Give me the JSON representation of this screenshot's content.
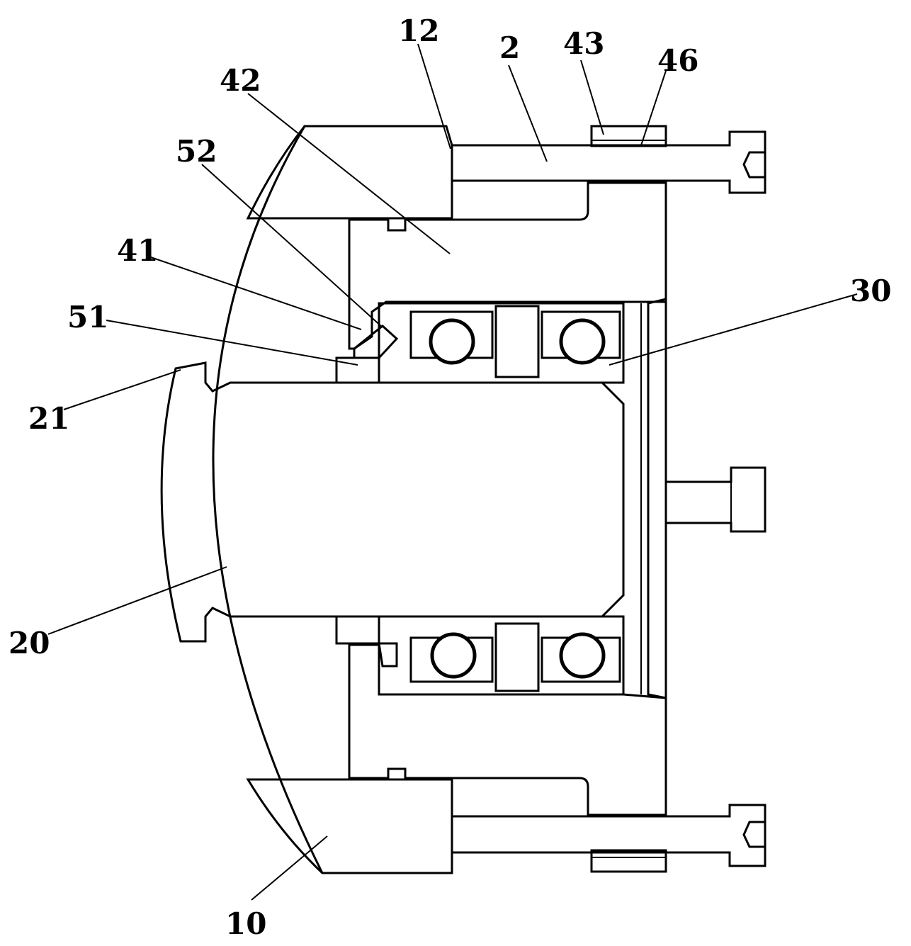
{
  "labels": {
    "l12": "12",
    "l2": "2",
    "l43": "43",
    "l46": "46",
    "l42": "42",
    "l52": "52",
    "l41": "41",
    "l30": "30",
    "l51": "51",
    "l21": "21",
    "l20": "20",
    "l10": "10"
  }
}
